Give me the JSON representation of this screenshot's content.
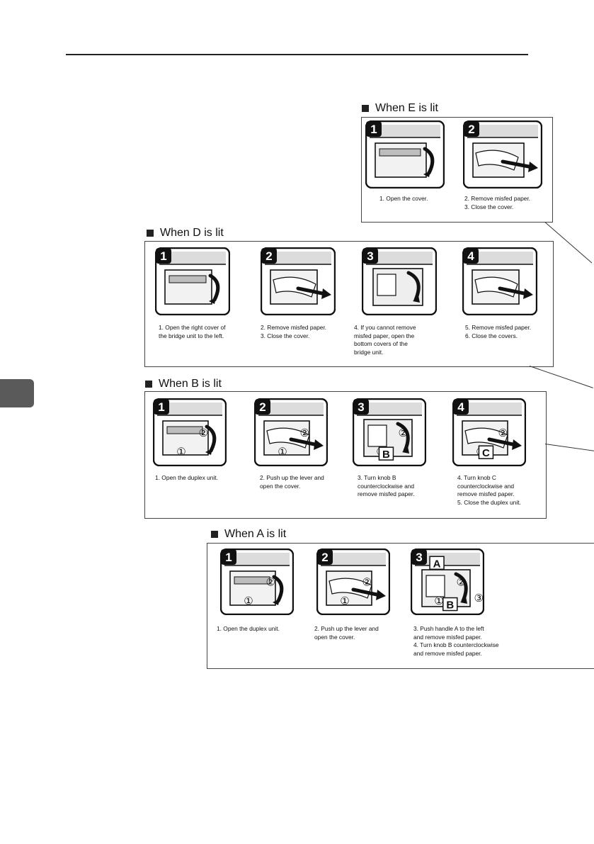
{
  "sections": {
    "E": {
      "title": "When E is lit",
      "steps": [
        {
          "num": "1",
          "caption": [
            "1. Open the cover."
          ]
        },
        {
          "num": "2",
          "caption": [
            "2. Remove misfed paper.",
            "3. Close the cover."
          ]
        }
      ]
    },
    "D": {
      "title": "When D is lit",
      "steps": [
        {
          "num": "1",
          "caption": [
            "1. Open the right cover of",
            "    the bridge unit to the left."
          ]
        },
        {
          "num": "2",
          "caption": [
            "2. Remove misfed paper.",
            "3. Close the cover."
          ]
        },
        {
          "num": "3",
          "caption": [
            "4. If you cannot remove",
            "    misfed paper, open the",
            "    bottom covers of the",
            "    bridge unit."
          ]
        },
        {
          "num": "4",
          "caption": [
            "5. Remove misfed paper.",
            "6. Close the covers."
          ]
        }
      ]
    },
    "B": {
      "title": "When B is lit",
      "steps": [
        {
          "num": "1",
          "caption": [
            "1. Open the duplex unit."
          ]
        },
        {
          "num": "2",
          "caption": [
            "2. Push up the lever and",
            "    open the cover."
          ]
        },
        {
          "num": "3",
          "caption": [
            "3. Turn knob B",
            "    counterclockwise and",
            "    remove misfed paper."
          ]
        },
        {
          "num": "4",
          "caption": [
            "4. Turn knob C",
            "    counterclockwise and",
            "    remove misfed paper.",
            "5. Close the duplex unit."
          ]
        }
      ]
    },
    "A": {
      "title": "When A is lit",
      "steps": [
        {
          "num": "1",
          "caption": [
            "1. Open the duplex unit."
          ]
        },
        {
          "num": "2",
          "caption": [
            "2. Push up the lever and",
            "    open the cover."
          ]
        },
        {
          "num": "3",
          "caption": [
            "3. Push handle A to the left",
            "    and remove misfed paper.",
            "4. Turn knob B counterclockwise",
            "    and remove misfed paper."
          ]
        }
      ]
    }
  },
  "callout_labels": {
    "one": "①",
    "two": "②",
    "three": "③",
    "A": "A",
    "B": "B",
    "C": "C"
  },
  "colors": {
    "ink": "#111111",
    "frame": "#444444",
    "tab": "#5a5a5a"
  }
}
